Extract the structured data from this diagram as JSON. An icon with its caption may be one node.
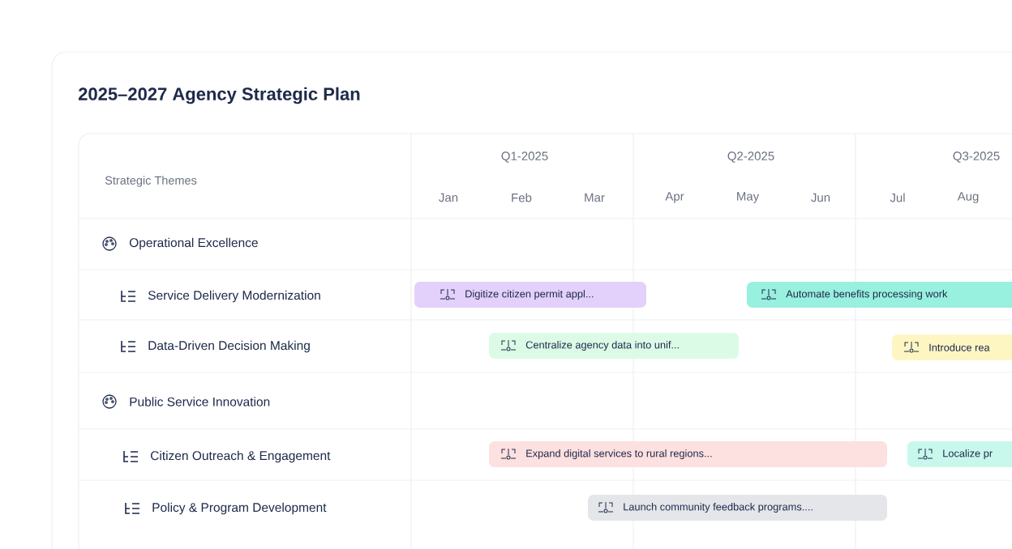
{
  "diagram": {
    "title": "2025–2027 Agency Strategic Plan",
    "nodes": [
      {
        "text": [
          "Digitize citizen permit appl..."
        ]
      },
      {
        "text": [
          "Automate benefits processing work"
        ]
      },
      {
        "text": [
          "Centralize agency data into unif..."
        ]
      },
      {
        "text": [
          "Introduce rea"
        ]
      },
      {
        "text": [
          "Expand digital services to rural regions..."
        ]
      },
      {
        "text": [
          "Localize pr"
        ]
      },
      {
        "text": [
          "Launch community feedback programs...."
        ]
      }
    ],
    "labels": [
      "Q1-2025",
      "Q2-2025",
      "Q3-2025",
      "Strategic Themes",
      "Jan",
      "Feb",
      "Mar",
      "Apr",
      "May",
      "Jun",
      "Jul",
      "Aug",
      "Operational Excellence",
      "Service Delivery Modernization",
      "Data-Driven Decision Making",
      "Public Service Innovation",
      "Citizen Outreach & Engagement",
      "Policy & Program Development"
    ]
  }
}
